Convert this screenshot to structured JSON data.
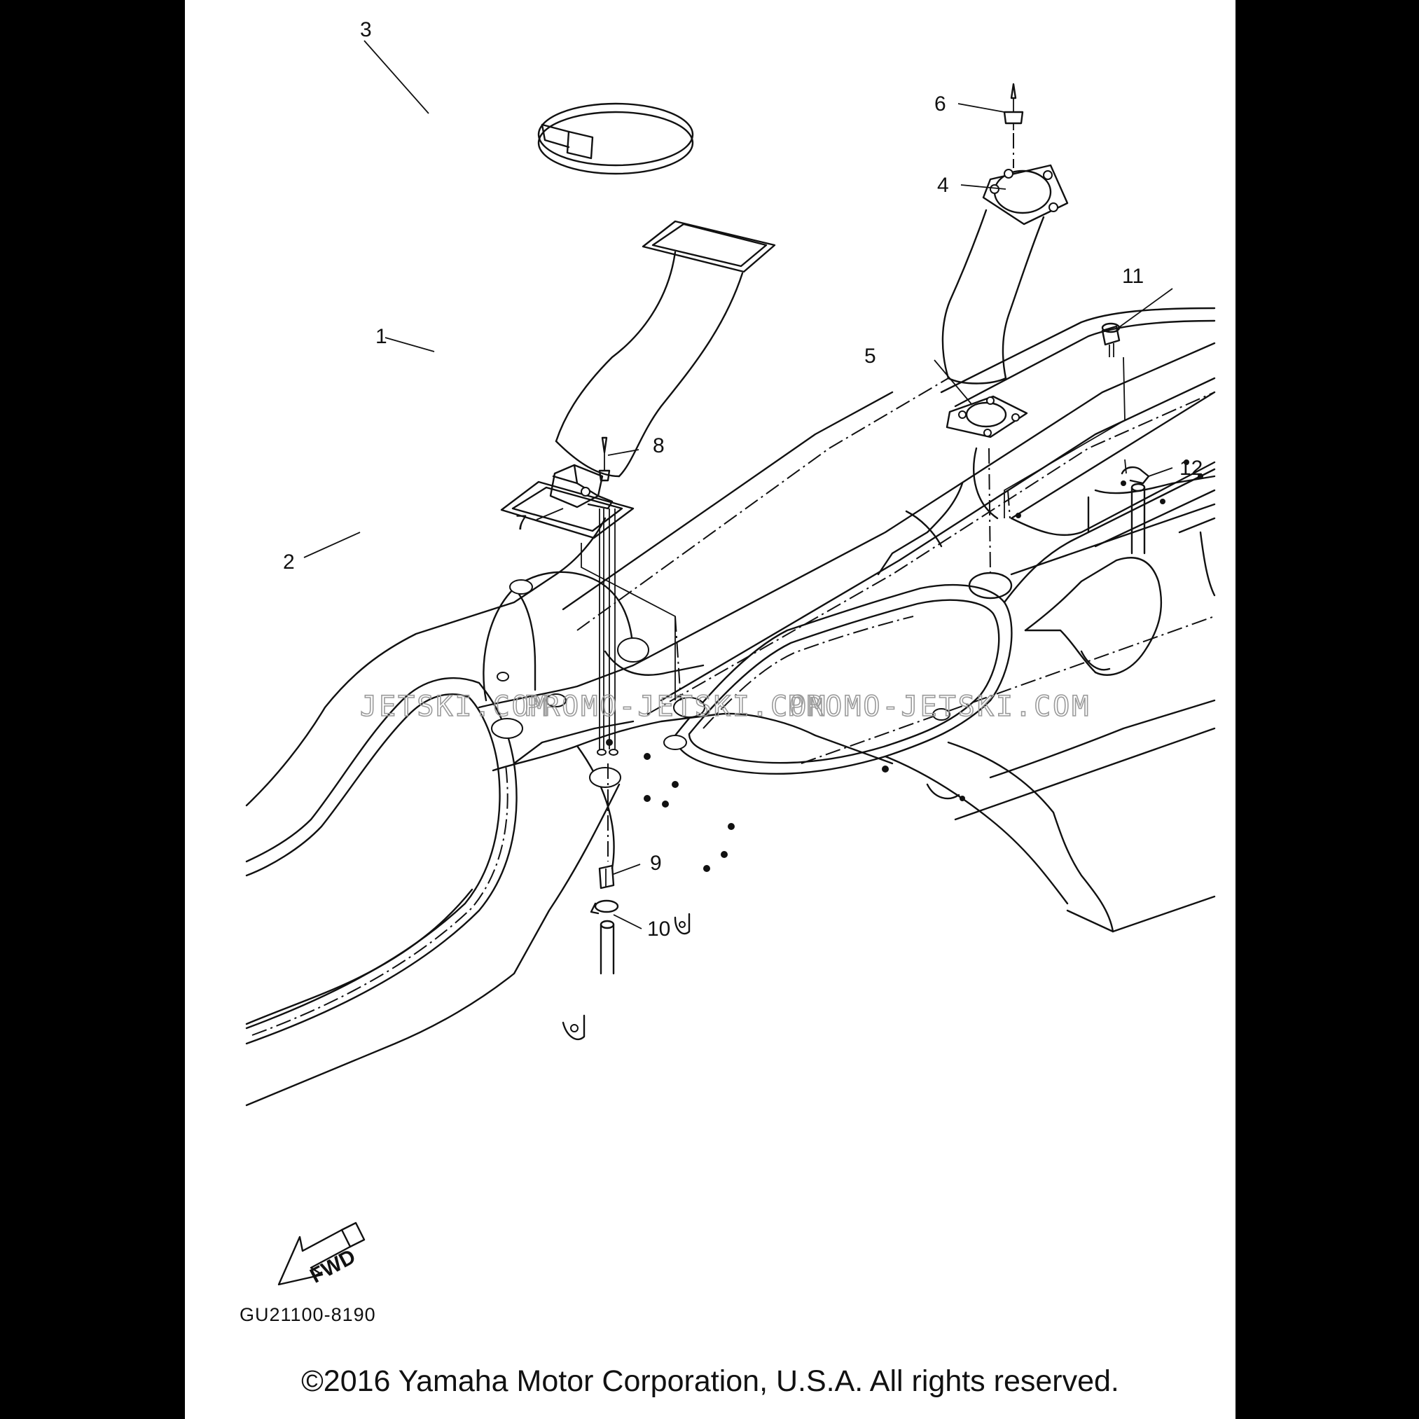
{
  "callouts": [
    {
      "id": "1",
      "label": "1"
    },
    {
      "id": "2",
      "label": "2"
    },
    {
      "id": "3",
      "label": "3"
    },
    {
      "id": "4",
      "label": "4"
    },
    {
      "id": "5",
      "label": "5"
    },
    {
      "id": "6",
      "label": "6"
    },
    {
      "id": "7",
      "label": "7"
    },
    {
      "id": "8",
      "label": "8"
    },
    {
      "id": "9",
      "label": "9"
    },
    {
      "id": "10",
      "label": "10"
    },
    {
      "id": "11",
      "label": "11"
    },
    {
      "id": "12",
      "label": "12"
    }
  ],
  "watermark": {
    "left": "JETSKI.COM",
    "middle": "PROMO-JETSKI.COM",
    "right": "PROMO-JETSKI.COM"
  },
  "fwd_label": "FWD",
  "drawing_code": "GU21100-8190",
  "copyright": "©2016 Yamaha Motor Corporation, U.S.A. All rights reserved."
}
